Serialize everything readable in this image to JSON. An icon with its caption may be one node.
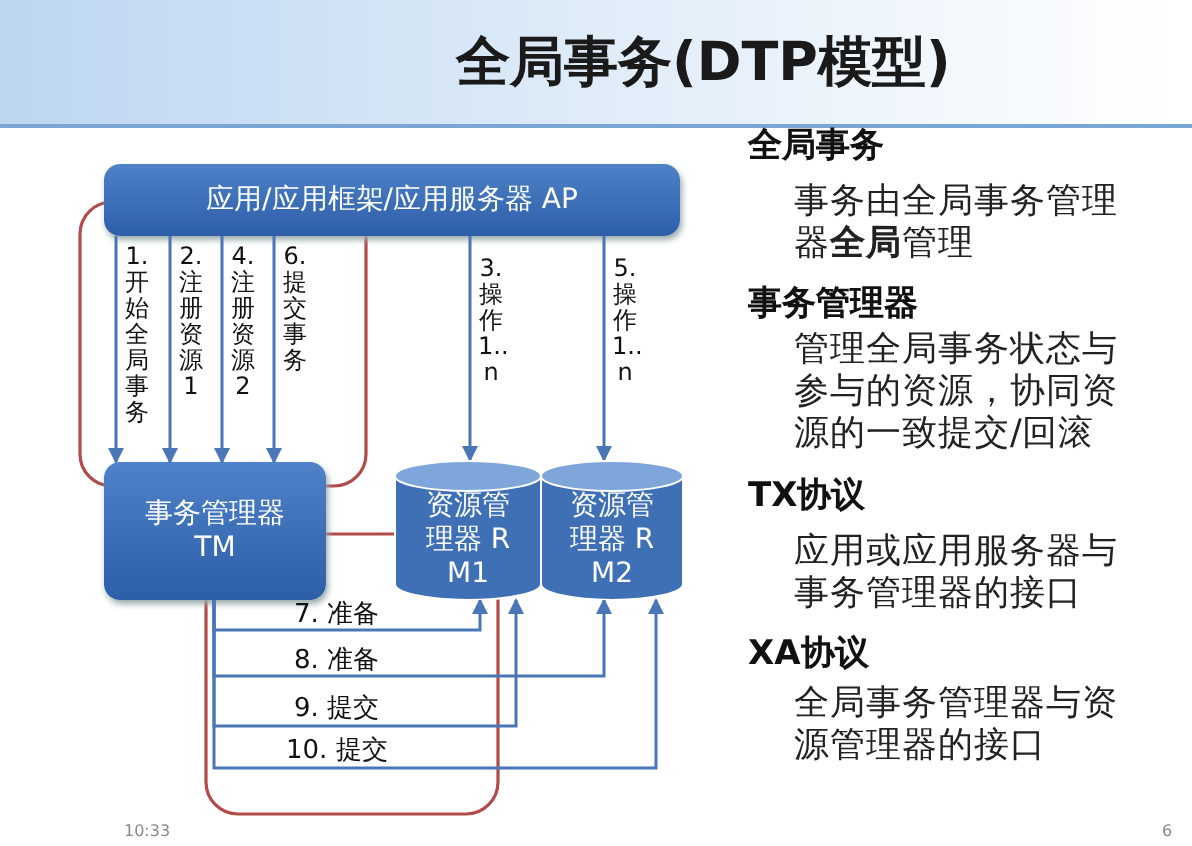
{
  "diagram": {
    "title": "全局事务(DTP模型)",
    "nodes": [
      {
        "text": [
          "应用/应用框架/应用服务器 AP"
        ]
      },
      {
        "text": [
          "事务管理器 TM"
        ]
      },
      {
        "text": [
          "资源管理器 RM1"
        ]
      },
      {
        "text": [
          "资源管理器 RM2"
        ]
      }
    ],
    "edges": [
      {
        "from": 0,
        "to": 1,
        "arrow": "to",
        "label": "1. 开始全局事务"
      },
      {
        "from": 0,
        "to": 1,
        "arrow": "to",
        "label": "2. 注册资源1"
      },
      {
        "from": 0,
        "to": 1,
        "arrow": "to",
        "label": "4. 注册资源2"
      },
      {
        "from": 0,
        "to": 1,
        "arrow": "to",
        "label": "6. 提交事务"
      },
      {
        "from": 0,
        "to": 2,
        "arrow": "to",
        "label": "3. 操作1..n"
      },
      {
        "from": 0,
        "to": 3,
        "arrow": "to",
        "label": "5. 操作1..n"
      },
      {
        "from": 1,
        "to": 2,
        "arrow": "to",
        "label": "7. 准备"
      },
      {
        "from": 1,
        "to": 3,
        "arrow": "to",
        "label": "8. 准备"
      },
      {
        "from": 1,
        "to": 2,
        "arrow": "to",
        "label": "9. 提交"
      },
      {
        "from": 1,
        "to": 3,
        "arrow": "to",
        "label": "10. 提交"
      }
    ],
    "labels": [
      "全局事务",
      "事务由全局事务管理器**全局**管理",
      "事务管理器",
      "管理全局事务状态与参与的资源，协同资源的一致提交/回滚",
      "TX协议",
      "应用或应用服务器与事务管理器的接口",
      "XA协议",
      "全局事务管理器与资源管理器的接口",
      "10:33",
      "6"
    ]
  }
}
